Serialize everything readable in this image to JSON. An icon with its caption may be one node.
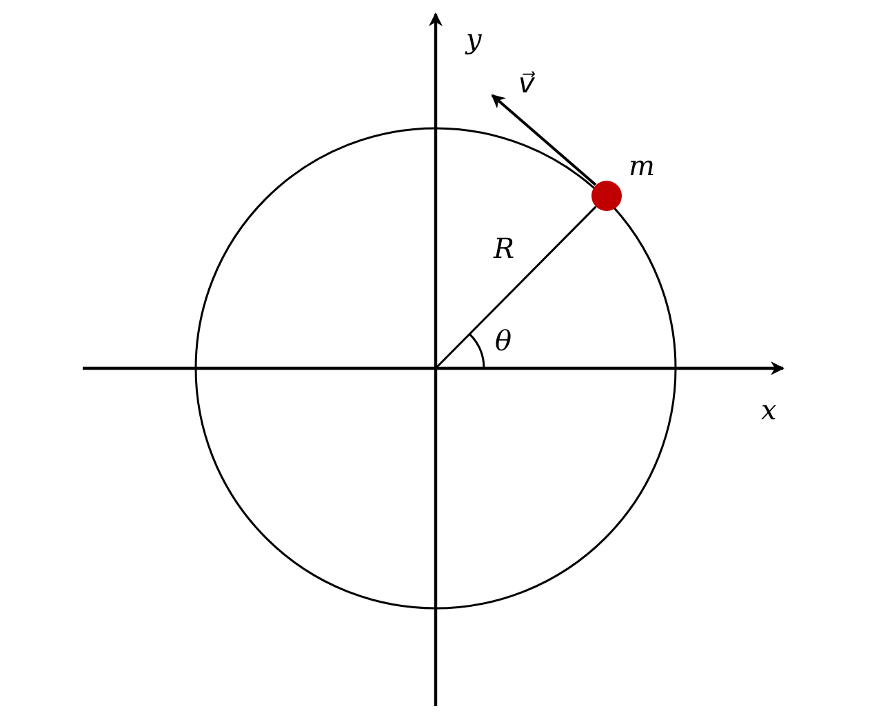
{
  "diagram": {
    "nodes": [
      {
        "text": [],
        "shape": "circle",
        "beside": [
          "m"
        ]
      }
    ],
    "labels": [
      "y",
      "v⃗",
      "R",
      "θ",
      "x"
    ]
  }
}
